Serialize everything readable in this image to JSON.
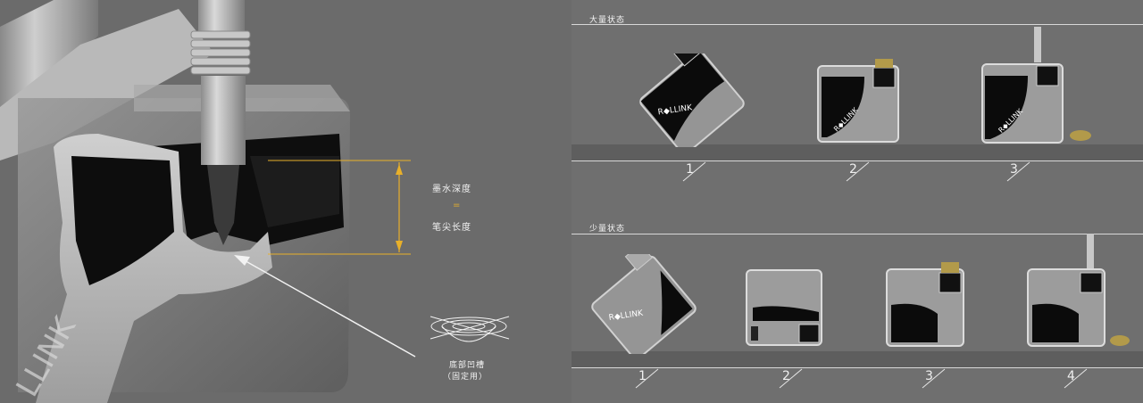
{
  "left": {
    "brand_text": "LLINK",
    "ink_depth_label": "墨水深度",
    "equals": "=",
    "nib_length_label": "笔尖长度",
    "bottom_groove_label": "底部凹槽",
    "bottom_groove_sub": "（固定用）"
  },
  "right": {
    "large_state": {
      "title": "大量状态",
      "numbers": [
        "1",
        "2",
        "3"
      ]
    },
    "small_state": {
      "title": "少量状态",
      "numbers": [
        "1",
        "2",
        "3",
        "4"
      ]
    },
    "logo_text": "R◆LLINK"
  },
  "colors": {
    "accent_gold": "#e8b02a",
    "ink": "#0b0b0b",
    "background": "#6e6e6e"
  }
}
